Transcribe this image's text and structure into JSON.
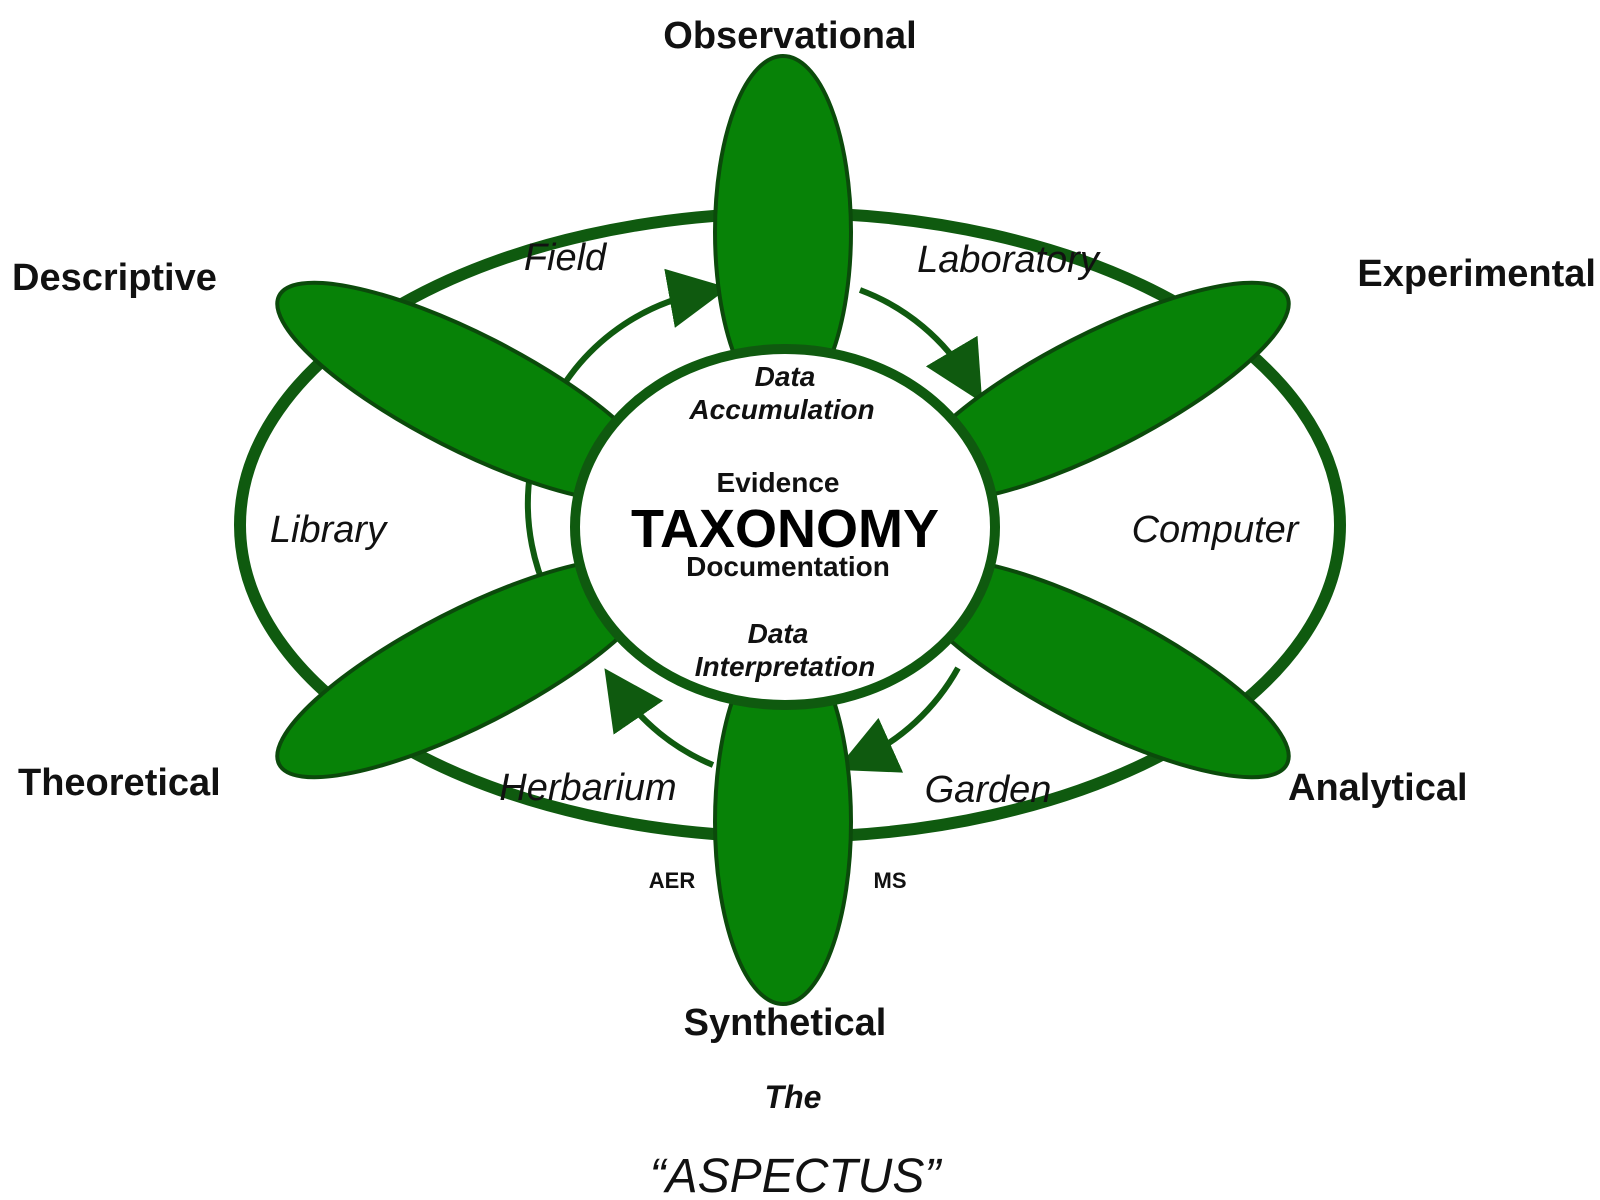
{
  "colors": {
    "petal_fill": "#078207",
    "petal_stroke": "#0b4a0b",
    "ring_stroke": "#0f5a0f",
    "arrow": "#0f5a0f",
    "center_fill": "#ffffff",
    "text": "#111111"
  },
  "perspectives": {
    "observational": "Observational",
    "experimental": "Experimental",
    "analytical": "Analytical",
    "synthetical": "Synthetical",
    "theoretical": "Theoretical",
    "descriptive": "Descriptive"
  },
  "places": {
    "field": "Field",
    "laboratory": "Laboratory",
    "computer": "Computer",
    "garden": "Garden",
    "herbarium": "Herbarium",
    "library": "Library"
  },
  "center": {
    "data_accumulation_line1": "Data",
    "data_accumulation_line2": "Accumulation",
    "evidence": "Evidence",
    "taxonomy": "TAXONOMY",
    "documentation": "Documentation",
    "data_interpretation_line1": "Data",
    "data_interpretation_line2": "Interpretation"
  },
  "small_labels": {
    "aer": "AER",
    "ms": "MS"
  },
  "caption": {
    "the": "The",
    "aspectus": "“ASPECTUS”"
  }
}
